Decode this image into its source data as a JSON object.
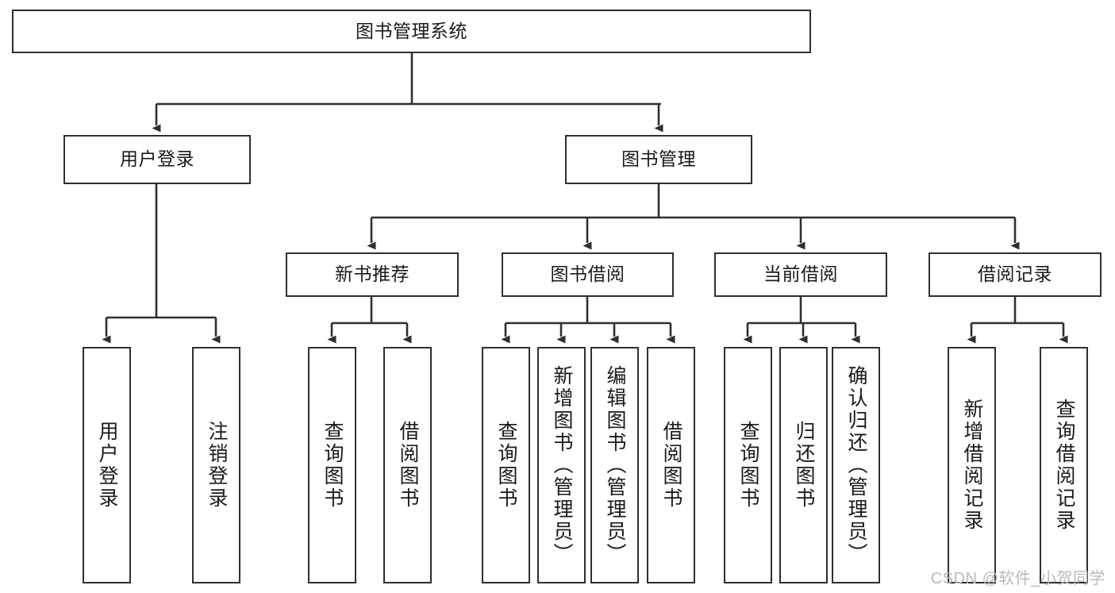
{
  "diagram": {
    "title": "图书管理系统",
    "type": "tree-hierarchy-diagram",
    "colors": {
      "box_border": "#2f2f2f",
      "box_fill": "#ffffff",
      "connector": "#2f2f2f",
      "text": "#1a1a1a",
      "watermark": "#b9b9b9",
      "background": "#ffffff"
    },
    "nodes": {
      "root": {
        "label": "图书管理系统",
        "orientation": "horizontal"
      },
      "level2": [
        {
          "label": "用户登录",
          "orientation": "horizontal"
        },
        {
          "label": "图书管理",
          "orientation": "horizontal"
        }
      ],
      "level3": [
        {
          "label": "新书推荐",
          "orientation": "horizontal"
        },
        {
          "label": "图书借阅",
          "orientation": "horizontal"
        },
        {
          "label": "当前借阅",
          "orientation": "horizontal"
        },
        {
          "label": "借阅记录",
          "orientation": "horizontal"
        }
      ],
      "leaves": [
        {
          "label": "用户登录",
          "orientation": "vertical",
          "parent": "用户登录"
        },
        {
          "label": "注销登录",
          "orientation": "vertical",
          "parent": "用户登录"
        },
        {
          "label": "查询图书",
          "orientation": "vertical",
          "parent": "新书推荐"
        },
        {
          "label": "借阅图书",
          "orientation": "vertical",
          "parent": "新书推荐"
        },
        {
          "label": "查询图书",
          "orientation": "vertical",
          "parent": "图书借阅"
        },
        {
          "label": "新增图书（管理员）",
          "orientation": "vertical",
          "parent": "图书借阅"
        },
        {
          "label": "编辑图书（管理员）",
          "orientation": "vertical",
          "parent": "图书借阅"
        },
        {
          "label": "借阅图书",
          "orientation": "vertical",
          "parent": "图书借阅"
        },
        {
          "label": "查询图书",
          "orientation": "vertical",
          "parent": "当前借阅"
        },
        {
          "label": "归还图书",
          "orientation": "vertical",
          "parent": "当前借阅"
        },
        {
          "label": "确认归还（管理员）",
          "orientation": "vertical",
          "parent": "当前借阅"
        },
        {
          "label": "新增借阅记录",
          "orientation": "vertical",
          "parent": "借阅记录"
        },
        {
          "label": "查询借阅记录",
          "orientation": "vertical",
          "parent": "借阅记录"
        }
      ]
    }
  },
  "watermark": {
    "text": "CSDN @软件_小贺同学"
  }
}
